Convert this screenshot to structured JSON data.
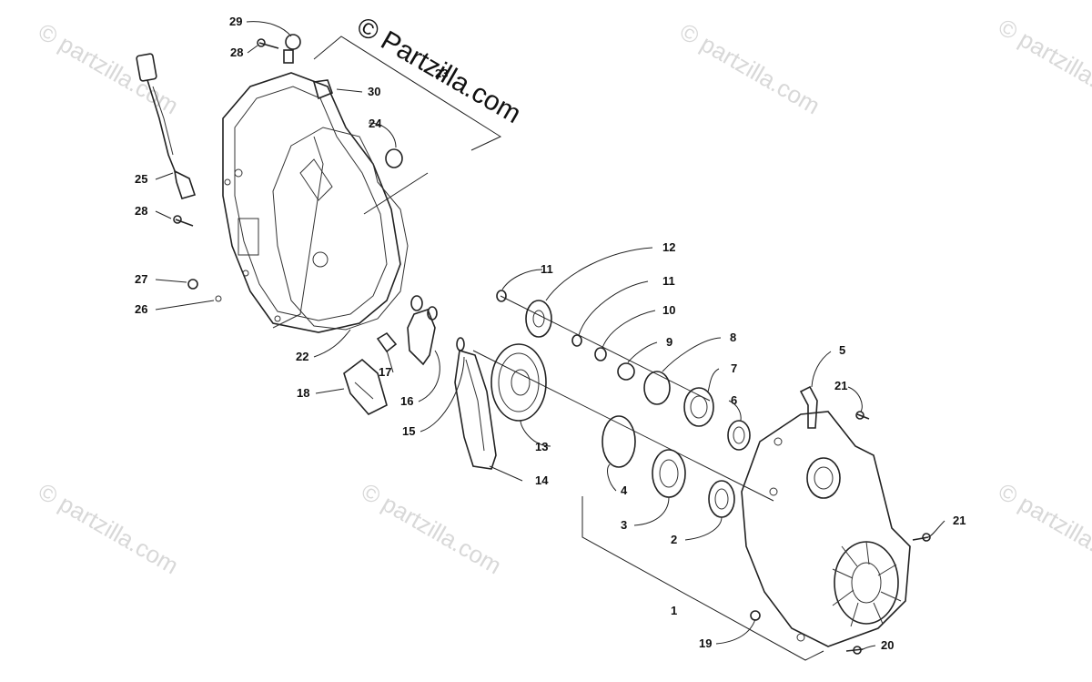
{
  "copyright": "© Partzilla.com",
  "watermark": "© partzilla.com",
  "callouts": {
    "n1": "1",
    "n2": "2",
    "n3": "3",
    "n4": "4",
    "n5": "5",
    "n6": "6",
    "n7": "7",
    "n8": "8",
    "n9": "9",
    "n10": "10",
    "n11a": "11",
    "n11b": "11",
    "n12": "12",
    "n13": "13",
    "n14": "14",
    "n15": "15",
    "n16": "16",
    "n17": "17",
    "n18": "18",
    "n19": "19",
    "n20": "20",
    "n21a": "21",
    "n21b": "21",
    "n22": "22",
    "n23": "23",
    "n24": "24",
    "n25": "25",
    "n26": "26",
    "n27": "27",
    "n28a": "28",
    "n28b": "28",
    "n29": "29",
    "n30": "30"
  }
}
